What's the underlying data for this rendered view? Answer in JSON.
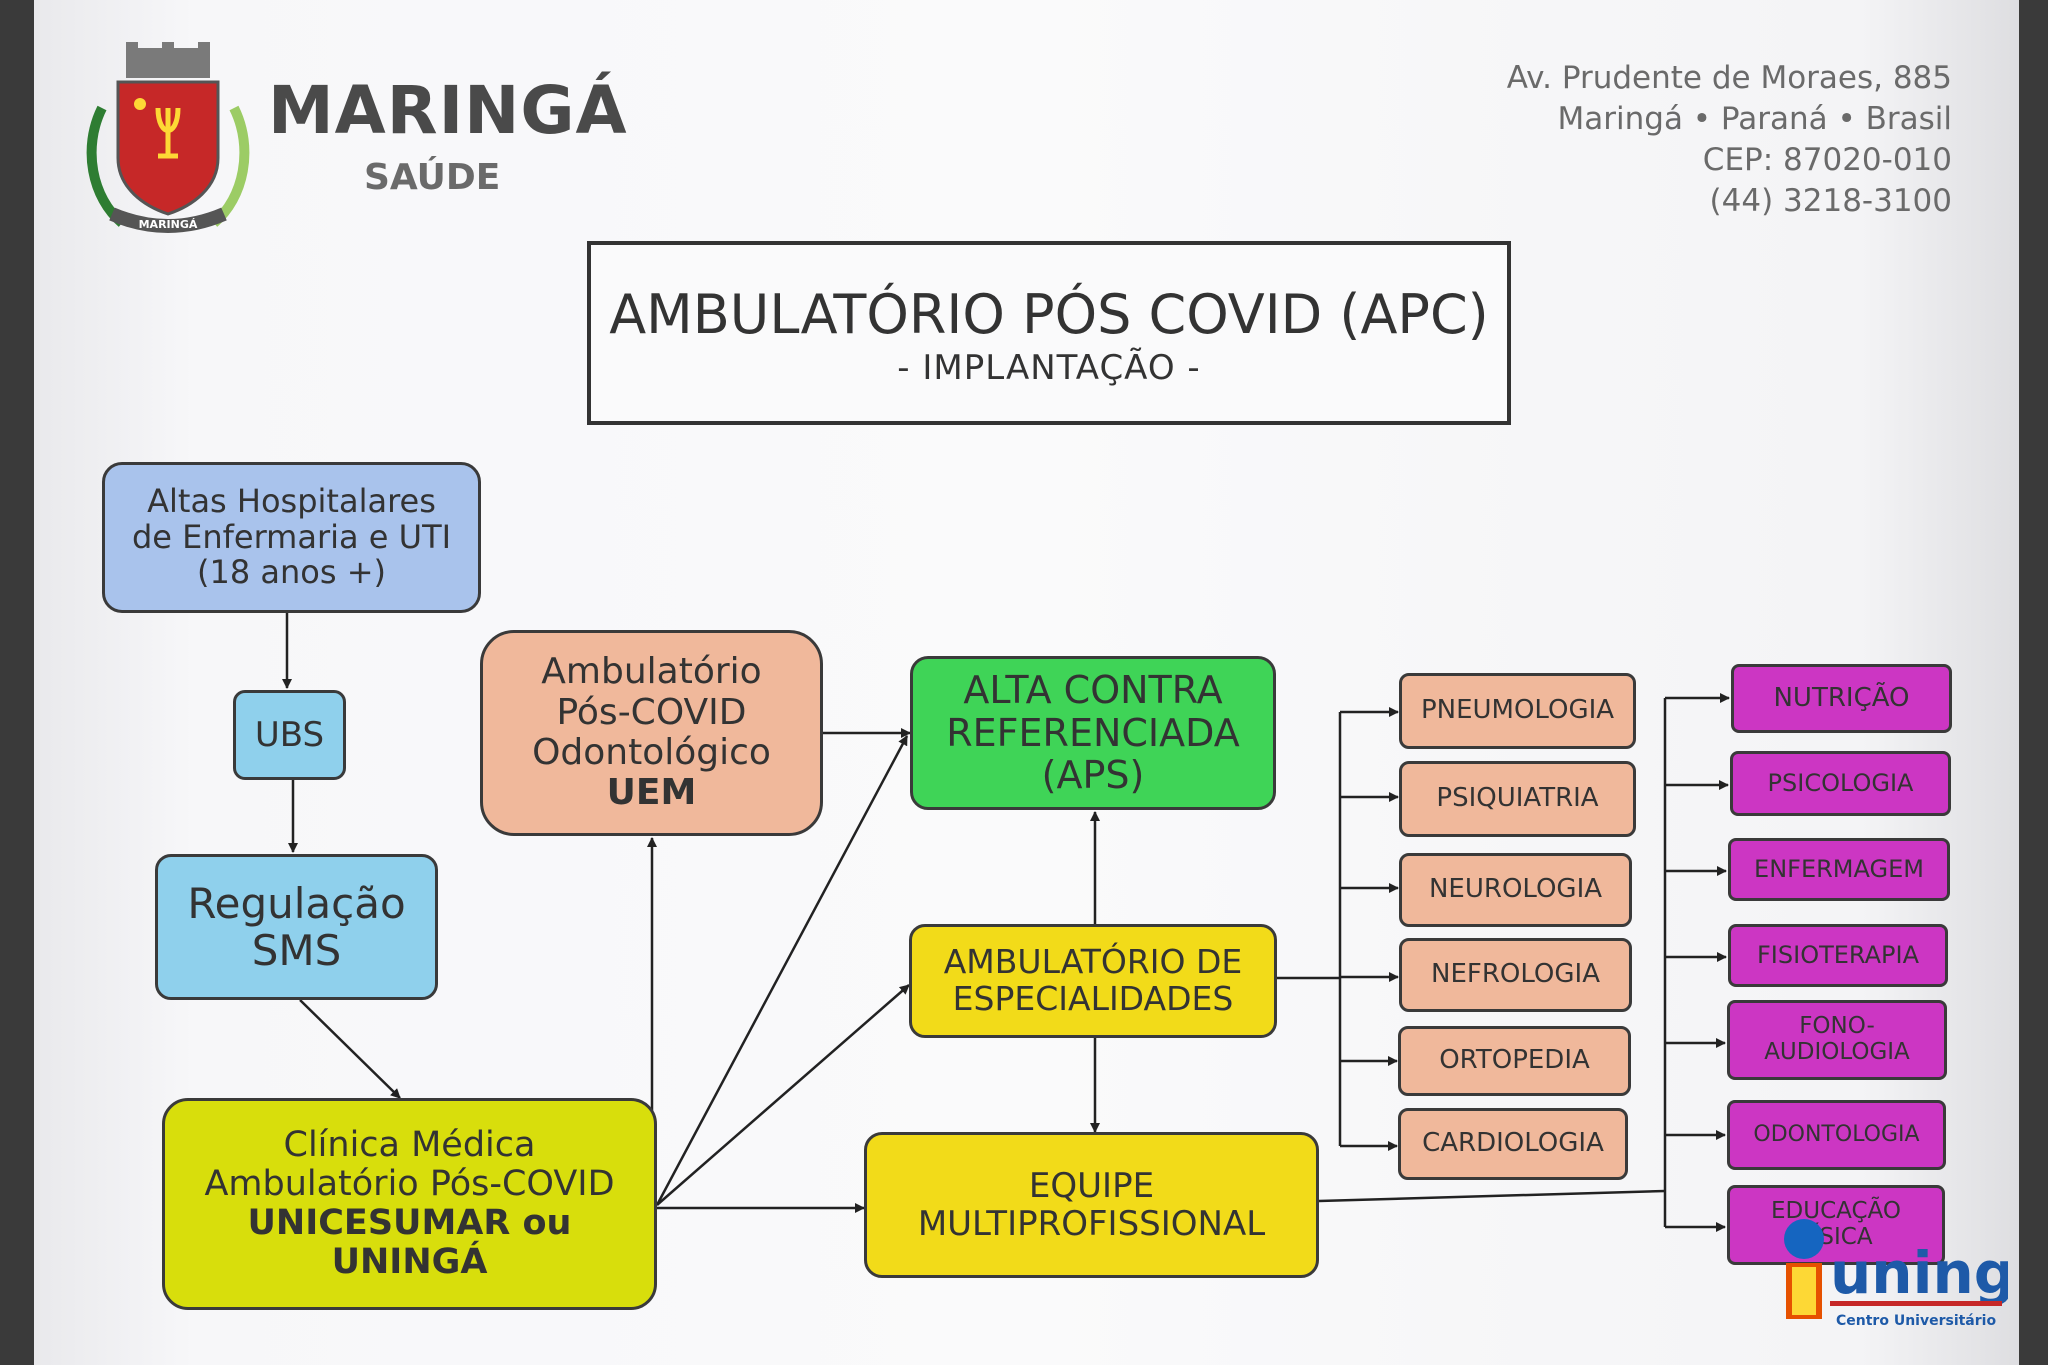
{
  "header": {
    "brand": "MARINGÁ",
    "brand_sub": "SAÚDE",
    "crest_text": "MARINGÁ",
    "address": [
      "Av. Prudente de Moraes, 885",
      "Maringá • Paraná • Brasil",
      "CEP: 87020-010",
      "(44) 3218-3100"
    ]
  },
  "title": {
    "main": "AMBULATÓRIO PÓS COVID (APC)",
    "sub": "- IMPLANTAÇÃO -"
  },
  "nodes": {
    "altas": [
      "Altas Hospitalares",
      "de Enfermaria e UTI",
      "(18 anos +)"
    ],
    "ubs": "UBS",
    "regulacao": [
      "Regulação",
      "SMS"
    ],
    "clinica": [
      "Clínica Médica",
      "Ambulatório Pós-COVID",
      "UNICESUMAR ou",
      "UNINGÁ"
    ],
    "odonto": [
      "Ambulatório",
      "Pós-COVID",
      "Odontológico",
      "UEM"
    ],
    "alta_contra": [
      "ALTA CONTRA",
      "REFERENCIADA",
      "(APS)"
    ],
    "especialidades": [
      "AMBULATÓRIO DE",
      "ESPECIALIDADES"
    ],
    "equipe": [
      "EQUIPE",
      "MULTIPROFISSIONAL"
    ]
  },
  "specialties": [
    "PNEUMOLOGIA",
    "PSIQUIATRIA",
    "NEUROLOGIA",
    "NEFROLOGIA",
    "ORTOPEDIA",
    "CARDIOLOGIA"
  ],
  "professions": [
    "NUTRIÇÃO",
    "PSICOLOGIA",
    "ENFERMAGEM",
    "FISIOTERAPIA",
    "FONO-\nAUDIOLOGIA",
    "ODONTOLOGIA",
    "EDUCAÇÃO\nFÍSICA"
  ],
  "uninga": {
    "name": "uningá",
    "tagline": "Centro Universitário"
  },
  "colors": {
    "blue": "#a9c3ec",
    "light_blue": "#8fd0ec",
    "salmon": "#f0b89b",
    "green": "#3fd457",
    "yellow": "#f2db19",
    "lime": "#d8de0c",
    "magenta": "#cc36c3"
  }
}
